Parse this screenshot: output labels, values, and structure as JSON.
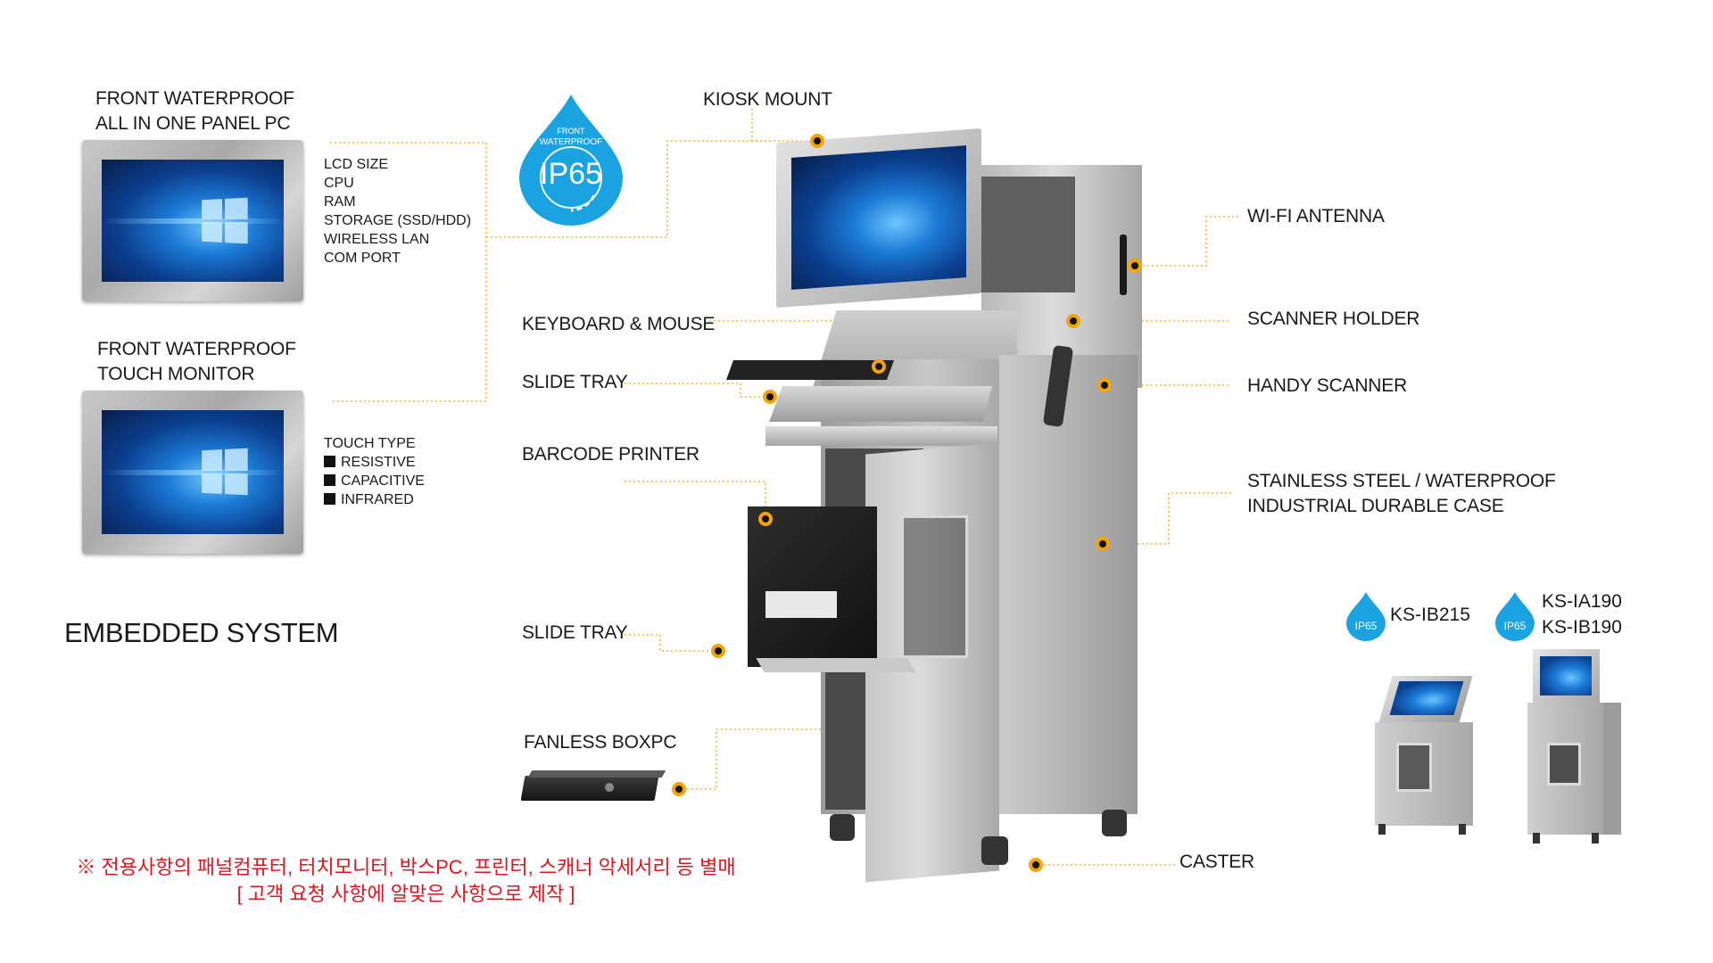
{
  "labels": {
    "panel_pc_line1": "FRONT WATERPROOF",
    "panel_pc_line2": "ALL IN ONE PANEL PC",
    "touch_monitor_line1": "FRONT WATERPROOF",
    "touch_monitor_line2": "TOUCH MONITOR",
    "kiosk_mount": "KIOSK MOUNT",
    "keyboard_mouse": "KEYBOARD & MOUSE",
    "slide_tray_top": "SLIDE TRAY",
    "barcode_printer": "BARCODE PRINTER",
    "slide_tray_bottom": "SLIDE TRAY",
    "fanless_boxpc": "FANLESS BOXPC",
    "wifi_antenna": "WI-FI ANTENNA",
    "scanner_holder": "SCANNER HOLDER",
    "handy_scanner": "HANDY SCANNER",
    "case_line1": "STAINLESS STEEL / WATERPROOF",
    "case_line2": "INDUSTRIAL DURABLE CASE",
    "caster": "CASTER",
    "embedded_system": "EMBEDDED SYSTEM"
  },
  "panel_pc_specs": [
    "LCD SIZE",
    "CPU",
    "RAM",
    "STORAGE (SSD/HDD)",
    "WIRELESS LAN",
    "COM PORT"
  ],
  "touch_spec_title": "TOUCH TYPE",
  "touch_types": [
    "RESISTIVE",
    "CAPACITIVE",
    "INFRARED"
  ],
  "badge": {
    "top_line1": "FRONT",
    "top_line2": "WATERPROOF",
    "rating": "IP65",
    "color": "#1aa3e0"
  },
  "models": [
    {
      "badge_rating": "IP65",
      "names": [
        "KS-IB215"
      ]
    },
    {
      "badge_rating": "IP65",
      "names": [
        "KS-IA190",
        "KS-IB190"
      ]
    }
  ],
  "note": {
    "line1": "※ 전용사항의 패널컴퓨터, 터치모니터, 박스PC, 프린터, 스캐너 악세서리 등 별매",
    "line2": "[ 고객 요청 사항에 알맞은 사항으로 제작 ]",
    "color": "#e0141e"
  },
  "accent_color": "#f5a300"
}
